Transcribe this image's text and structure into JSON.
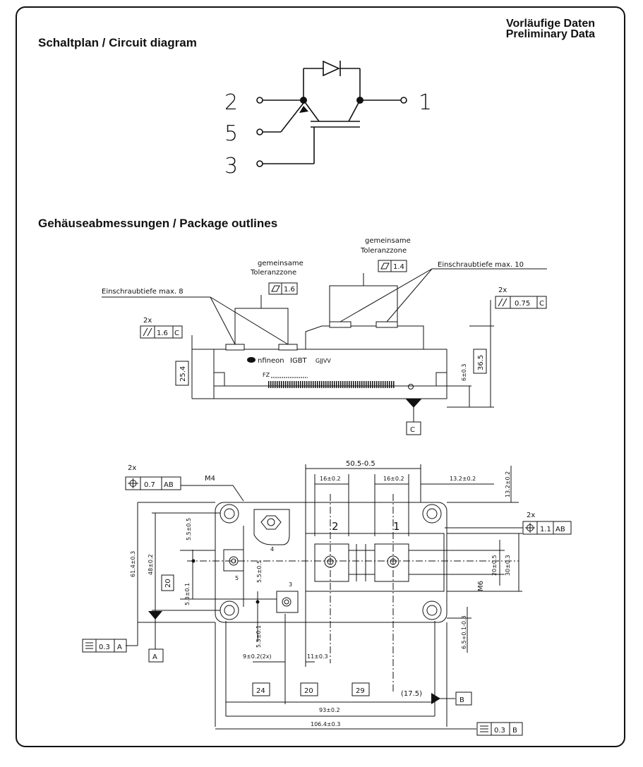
{
  "header": {
    "preliminary_de": "Vorläufige Daten",
    "preliminary_en": "Preliminary Data"
  },
  "circuit": {
    "title": "Schaltplan / Circuit diagram",
    "pins": {
      "p2": "2",
      "p5": "5",
      "p3": "3",
      "p1": "1"
    }
  },
  "package": {
    "title": "Gehäuseabmessungen / Package outlines",
    "side": {
      "common_zone_1": [
        "gemeinsame",
        "Toleranzzone"
      ],
      "common_zone_2": [
        "gemeinsame",
        "Toleranzzone"
      ],
      "flatness_1": "1.6",
      "flatness_2": "1.4",
      "screw_depth_8": "Einschraubtiefe max. 8",
      "screw_depth_10": "Einschraubtiefe max. 10",
      "par_left_count": "2x",
      "par_left_value": "1.6",
      "par_left_ref": "C",
      "par_right_count": "2x",
      "par_right_value": "0.75",
      "par_right_ref": "C",
      "dim_25_4": "25.4",
      "dim_36_5": "36.5",
      "dim_6": "6±0.3",
      "label_brand": "nfineon",
      "label_igbt": "IGBT",
      "label_code": "GJJVV",
      "label_fz": "FZ",
      "datum_c": "C"
    },
    "top": {
      "pos_left_count": "2x",
      "pos_left_value": "0.7",
      "pos_left_ref": "AB",
      "m4": "M4",
      "dim_50_5": "50.5-0.5",
      "dim_16a": "16±0.2",
      "dim_16b": "16±0.2",
      "dim_13_2h": "13.2±0.2",
      "dim_13_2v": "13.2±0.2",
      "pos_right_count": "2x",
      "pos_right_value": "1.1",
      "pos_right_ref": "AB",
      "term_2": "2",
      "term_1": "1",
      "term_4": "4",
      "term_5": "5",
      "term_3": "3",
      "dim_61_4": "61.4±0.3",
      "dim_48": "48±0.2",
      "dim_5_5a": "5.5±0.5",
      "dim_5_5b": "5.5±0.5",
      "dim_20v": "20",
      "dim_5_3a": "5.3±0.1",
      "dim_5_3b": "5.3±0.1",
      "dim_20_5": "20±0.5",
      "dim_30": "30±0.3",
      "m6": "M6",
      "dim_6_5": "6.5+0.1-0.3",
      "flat_a_value": "0.3",
      "flat_a_ref": "A",
      "datum_a": "A",
      "dim_9": "9±0.2(2x)",
      "dim_11": "11±0.3",
      "dim_24": "24",
      "dim_20h": "20",
      "dim_29": "29",
      "dim_17_5": "(17.5)",
      "datum_b": "B",
      "dim_93": "93±0.2",
      "dim_106_4": "106.4±0.3",
      "flat_b_value": "0.3",
      "flat_b_ref": "B"
    }
  }
}
